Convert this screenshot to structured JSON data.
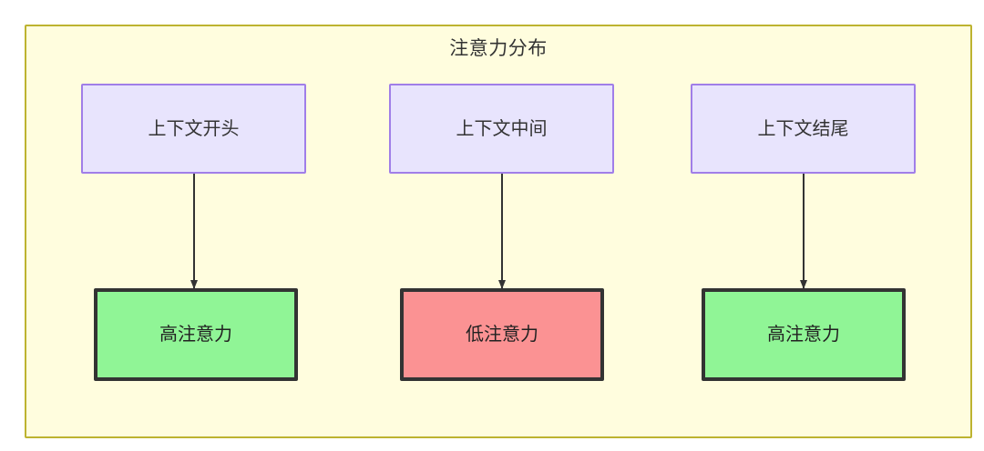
{
  "diagram": {
    "title": "注意力分布",
    "background_color": "#ffffff",
    "container": {
      "fill": "#fffdde",
      "stroke": "#bdb330"
    },
    "palette": {
      "source_fill": "#e8e4fd",
      "source_stroke": "#a07ee8",
      "high_attention_fill": "#90f596",
      "low_attention_fill": "#fb9293",
      "outcome_stroke": "#333333",
      "edge_stroke": "#333333",
      "text_color": "#333333"
    },
    "columns": [
      {
        "source_label": "上下文开头",
        "outcome_label": "高注意力",
        "outcome_level": "high",
        "edge": "arrow-down"
      },
      {
        "source_label": "上下文中间",
        "outcome_label": "低注意力",
        "outcome_level": "low",
        "edge": "arrow-down"
      },
      {
        "source_label": "上下文结尾",
        "outcome_label": "高注意力",
        "outcome_level": "high",
        "edge": "arrow-down"
      }
    ]
  }
}
